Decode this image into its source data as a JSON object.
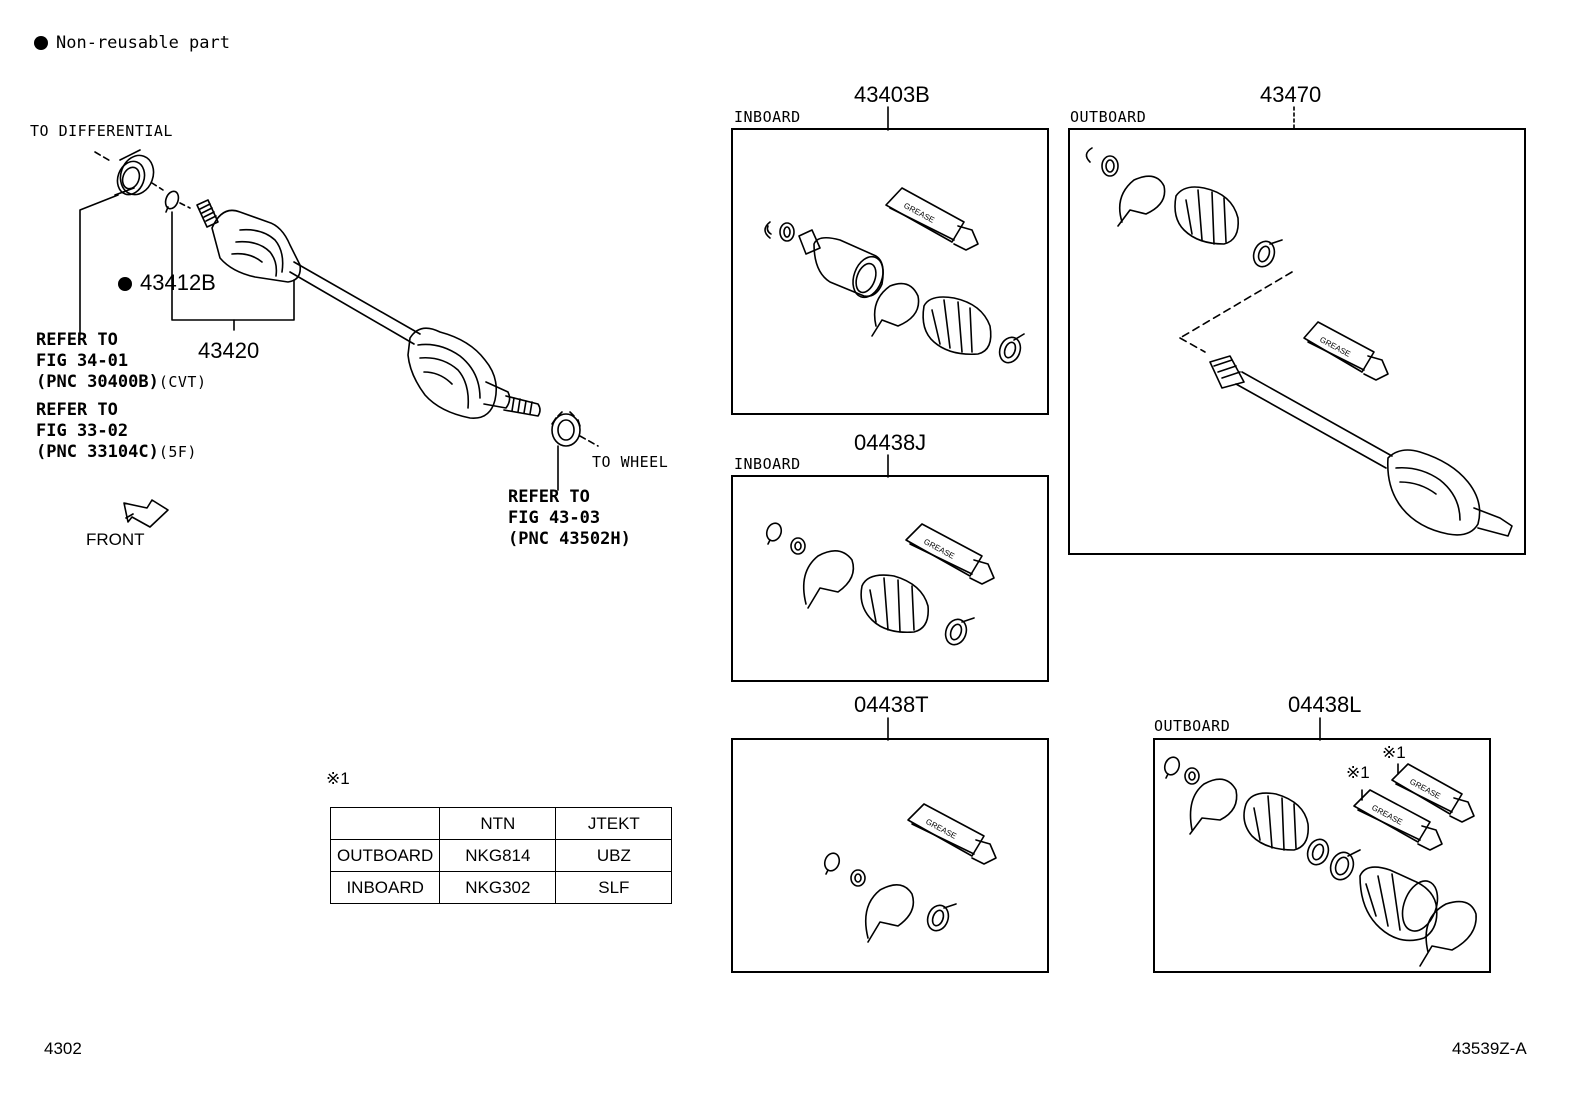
{
  "legend": {
    "bullet_text": "Non-reusable part"
  },
  "main_assembly": {
    "to_differential": "TO DIFFERENTIAL",
    "to_wheel": "TO WHEEL",
    "part_43412b": "43412B",
    "part_43420": "43420",
    "refer1": {
      "line1": "REFER TO",
      "line2": "FIG 34-01",
      "line3_pnc": "(PNC 30400B)",
      "line3_note": "(CVT)"
    },
    "refer2": {
      "line1": "REFER TO",
      "line2": "FIG 33-02",
      "line3_pnc": "(PNC 33104C)",
      "line3_note": "(5F)"
    },
    "refer3": {
      "line1": "REFER TO",
      "line2": "FIG 43-03",
      "line3": "(PNC 43502H)"
    },
    "front_label": "FRONT"
  },
  "kits": {
    "k43403b": {
      "pnc": "43403B",
      "side": "INBOARD"
    },
    "k43470": {
      "pnc": "43470",
      "side": "OUTBOARD"
    },
    "k04438j": {
      "pnc": "04438J",
      "side": "INBOARD"
    },
    "k04438t": {
      "pnc": "04438T"
    },
    "k04438l": {
      "pnc": "04438L",
      "side": "OUTBOARD",
      "mark": "※1"
    }
  },
  "grease_label": "GREASE",
  "note_table": {
    "title": "※1",
    "headers": [
      "",
      "NTN",
      "JTEKT"
    ],
    "rows": [
      [
        "OUTBOARD",
        "NKG814",
        "UBZ"
      ],
      [
        "INBOARD",
        "NKG302",
        "SLF"
      ]
    ]
  },
  "footer": {
    "left": "4302",
    "right": "43539Z-A"
  }
}
